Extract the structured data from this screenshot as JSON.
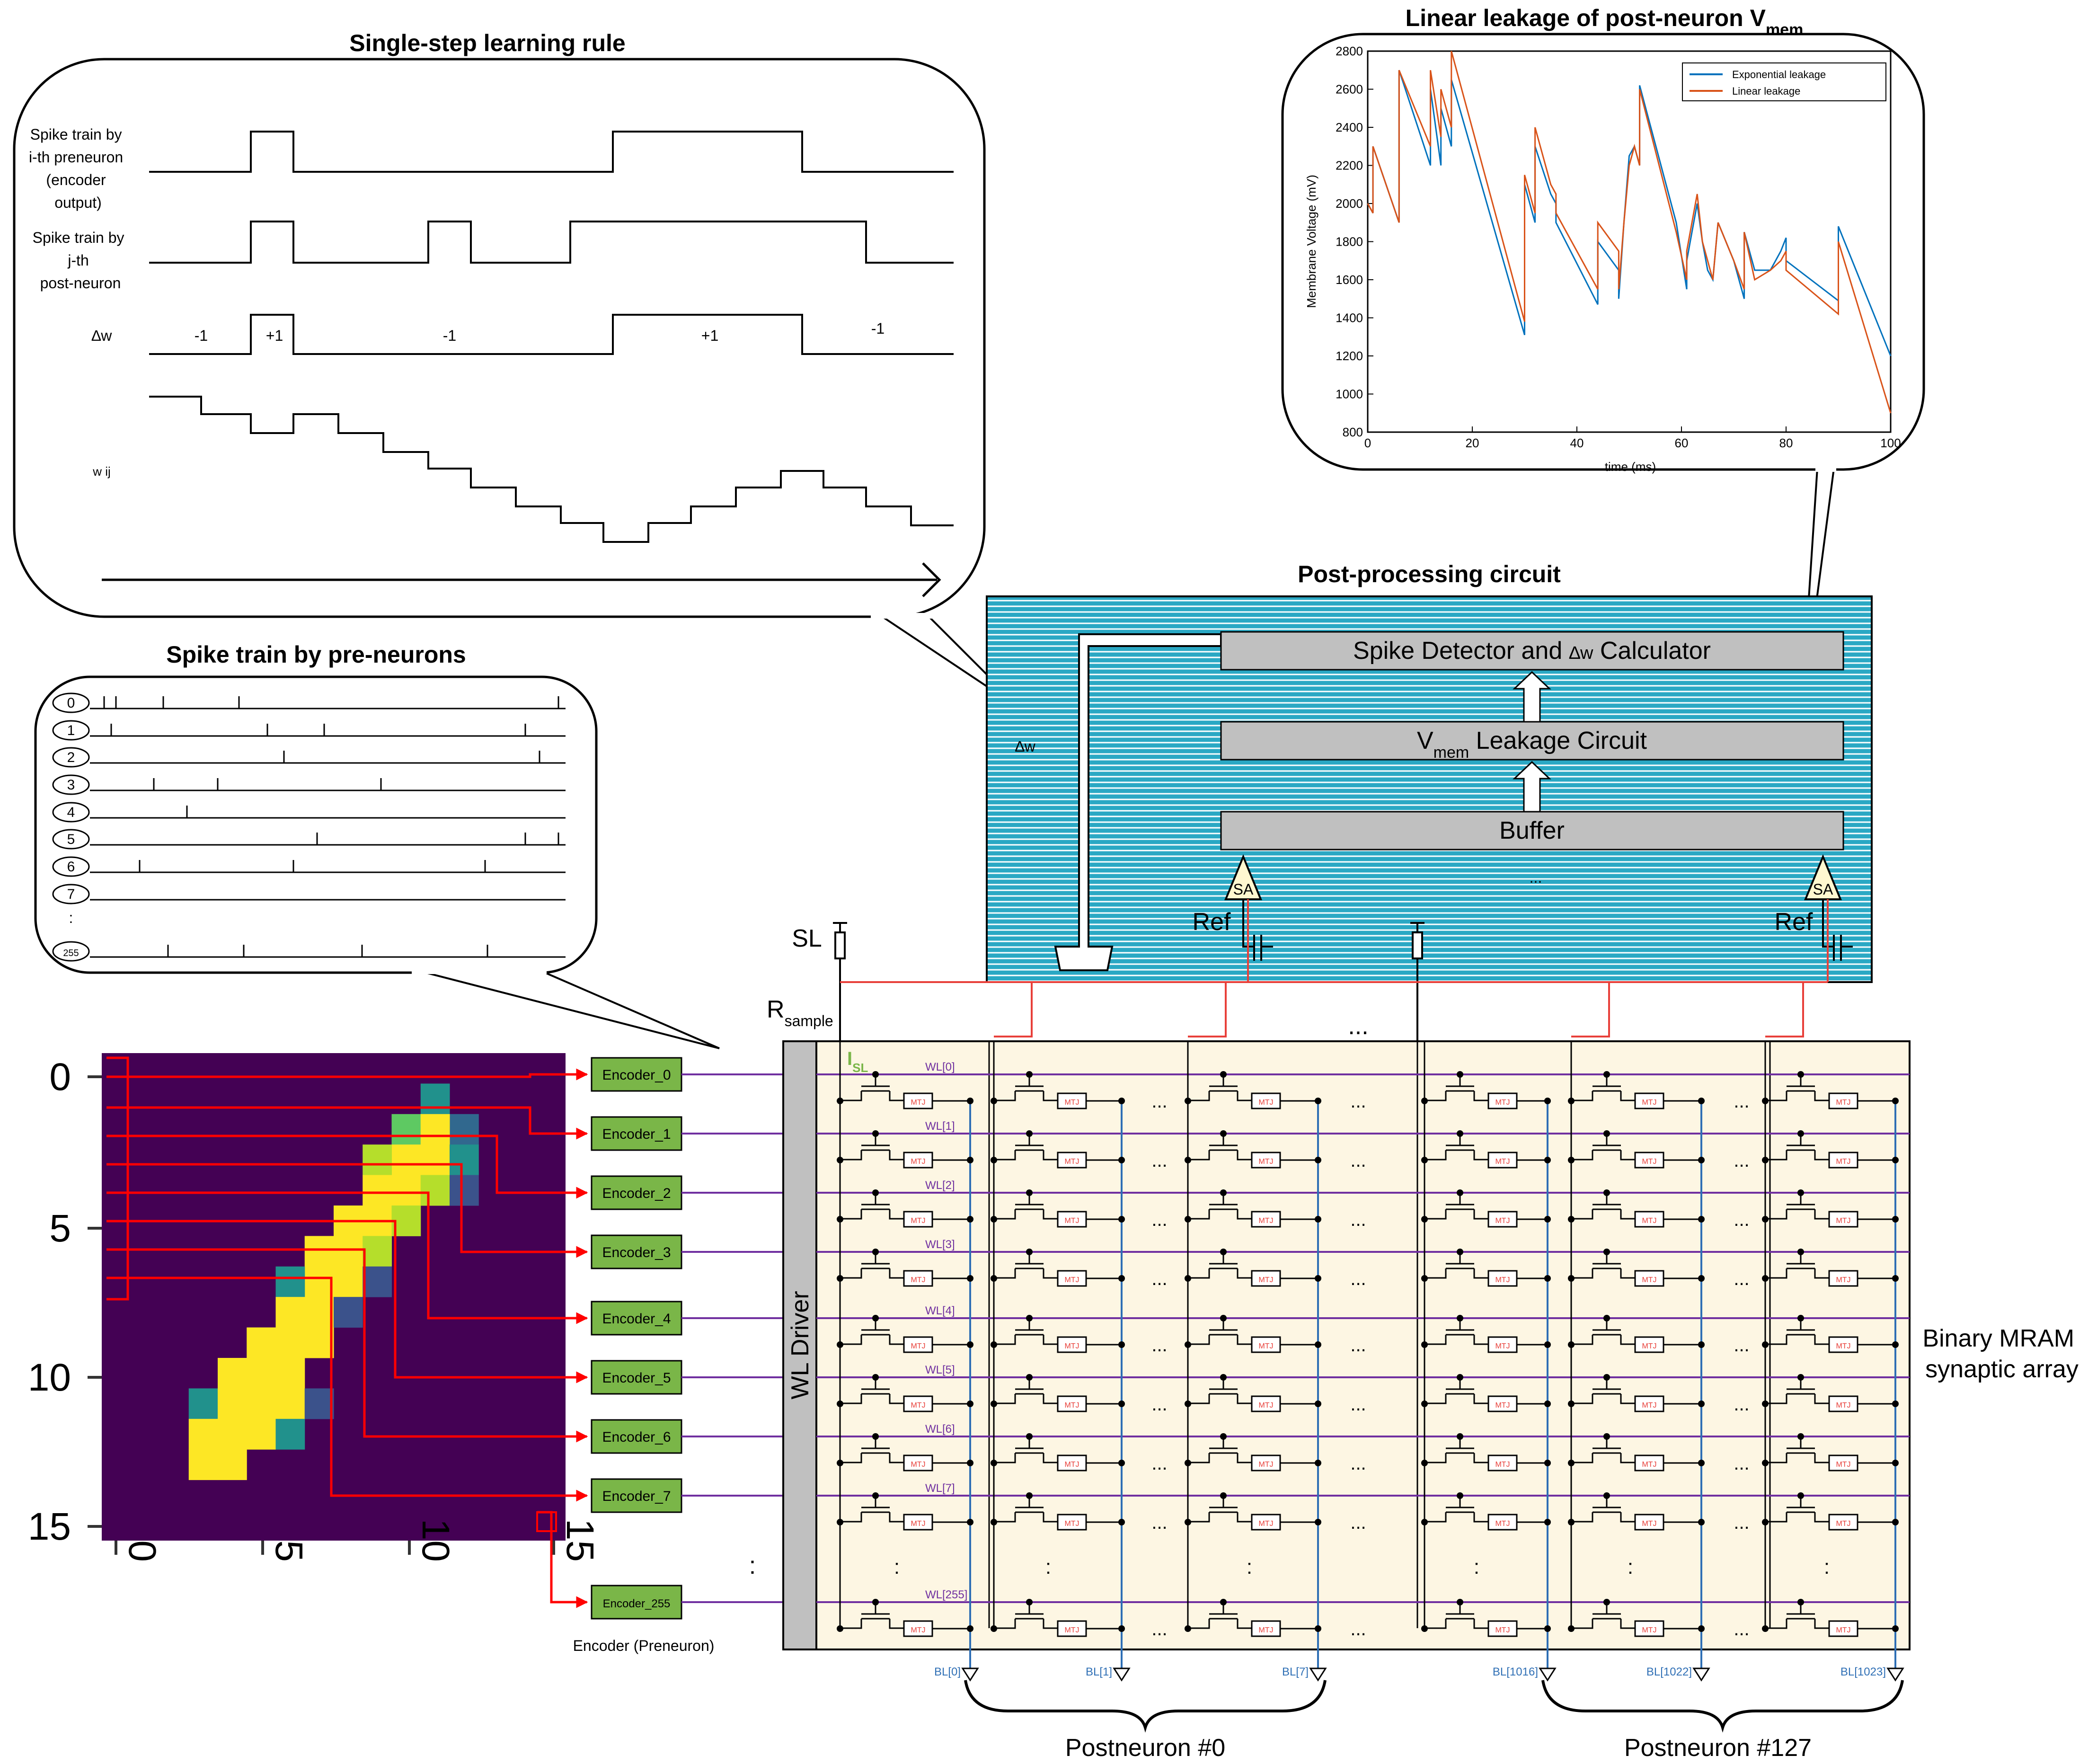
{
  "titles": {
    "learning_rule": "Single-step learning rule",
    "leakage": "Linear leakage of post-neuron V",
    "leakage_sub": "mem",
    "spike_train": "Spike train by pre-neurons",
    "post_processing": "Post-processing circuit"
  },
  "learning_rule": {
    "pre_label": [
      "Spike train by",
      "i-th preneuron",
      "(encoder",
      "output)"
    ],
    "post_label": [
      "Spike train by",
      "j-th",
      "post-neuron"
    ],
    "dw_label": "∆w",
    "w_label": "w ij",
    "dw_values": [
      "-1",
      "+1",
      "-1",
      "+1",
      "-1"
    ]
  },
  "leakage_chart": {
    "ylabel": "Membrane Voltage (mV)",
    "xlabel": "time (ms)",
    "legend": [
      "Exponential leakage",
      "Linear leakage"
    ],
    "colors": {
      "exponential": "#0072BD",
      "linear": "#D95319"
    }
  },
  "chart_data": {
    "type": "line",
    "xlabel": "time (ms)",
    "ylabel": "Membrane Voltage (mV)",
    "xlim": [
      0,
      100
    ],
    "ylim": [
      800,
      2800
    ],
    "xticks": [
      0,
      20,
      40,
      60,
      80,
      100
    ],
    "yticks": [
      800,
      1000,
      1200,
      1400,
      1600,
      1800,
      2000,
      2200,
      2400,
      2600,
      2800
    ],
    "legend_position": "top-right",
    "series": [
      {
        "name": "Exponential leakage",
        "x": [
          0,
          0,
          1,
          1,
          6,
          6,
          12,
          12,
          14,
          14,
          16,
          16,
          30,
          30,
          32,
          32,
          35,
          36,
          36,
          44,
          44,
          48,
          48,
          49,
          50,
          51,
          52,
          52,
          59,
          61,
          61,
          63,
          64,
          65,
          66,
          67,
          67,
          70,
          72,
          72,
          74,
          77,
          79,
          80,
          80,
          90,
          90,
          100
        ],
        "y": [
          2000,
          2000,
          1950,
          2300,
          1900,
          2700,
          2200,
          2600,
          2200,
          2500,
          2300,
          2650,
          1310,
          2100,
          1900,
          2300,
          2050,
          2000,
          1900,
          1470,
          1800,
          1650,
          1500,
          1900,
          2250,
          2300,
          2200,
          2620,
          1900,
          1550,
          1700,
          2000,
          1800,
          1650,
          1600,
          1900,
          1900,
          1700,
          1500,
          1850,
          1650,
          1650,
          1750,
          1820,
          1700,
          1490,
          1880,
          1200
        ]
      },
      {
        "name": "Linear leakage",
        "x": [
          0,
          0,
          1,
          1,
          6,
          6,
          12,
          12,
          14,
          14,
          16,
          16,
          30,
          30,
          32,
          32,
          35,
          36,
          36,
          44,
          44,
          48,
          48,
          49,
          50,
          51,
          52,
          52,
          59,
          61,
          61,
          63,
          64,
          65,
          66,
          67,
          67,
          70,
          72,
          72,
          74,
          77,
          79,
          80,
          80,
          90,
          90,
          100
        ],
        "y": [
          2000,
          2000,
          1950,
          2300,
          1900,
          2700,
          2300,
          2700,
          2350,
          2600,
          2400,
          2800,
          1380,
          2150,
          1950,
          2400,
          2100,
          2050,
          1950,
          1550,
          1900,
          1750,
          1550,
          1900,
          2200,
          2300,
          2200,
          2600,
          1850,
          1600,
          1750,
          2050,
          1800,
          1700,
          1600,
          1900,
          1900,
          1700,
          1550,
          1850,
          1600,
          1650,
          1700,
          1750,
          1650,
          1420,
          1800,
          900
        ]
      }
    ]
  },
  "spike_rows": [
    "0",
    "1",
    "2",
    "3",
    "4",
    "5",
    "6",
    "7",
    "255"
  ],
  "spike_ellipsis": ":",
  "pp": {
    "spike_detector_pre": "Spike Detector and ",
    "spike_detector_dw": "∆w",
    "spike_detector_post": " Calculator",
    "leak_v": "V",
    "leak_sub": "mem",
    "leak_post": " Leakage Circuit",
    "buffer": "Buffer",
    "dots": "...",
    "dw": "∆w",
    "sa": "SA",
    "ref": "Ref"
  },
  "heatmap": {
    "yticks": [
      "0",
      "5",
      "10",
      "15"
    ],
    "xticks": [
      "0",
      "5",
      "10",
      "15"
    ]
  },
  "encoders": [
    "Encoder_0",
    "Encoder_1",
    "Encoder_2",
    "Encoder_3",
    "Encoder_4",
    "Encoder_5",
    "Encoder_6",
    "Encoder_7",
    "Encoder_255"
  ],
  "encoder_caption": "Encoder (Preneuron)",
  "encoder_gap": ":",
  "array": {
    "sl": "SL",
    "r_sample": "R",
    "r_sample_sub": "sample",
    "isl": "I",
    "isl_sub": "SL",
    "wl_driver": "WL Driver",
    "wl_labels": [
      "WL[0]",
      "WL[1]",
      "WL[2]",
      "WL[3]",
      "WL[4]",
      "WL[5]",
      "WL[6]",
      "WL[7]",
      "WL[255]"
    ],
    "mtj": "MTJ",
    "bl_labels": [
      "BL[0]",
      "BL[1]",
      "BL[7]",
      "BL[1016]",
      "BL[1022]",
      "BL[1023]"
    ],
    "dots_h": "...",
    "dots_v": ":",
    "side_label": [
      "Binary MRAM",
      "synaptic array"
    ],
    "post0": "Postneuron #0",
    "post127": "Postneuron #127"
  },
  "colors": {
    "hatch": "#2aa8c4",
    "array_bg": "#fdf6e3",
    "encoder": "#7ab648",
    "wordline": "#7030a0",
    "bitline": "#2f6fb5",
    "wire_red": "#e8403a",
    "grey_block": "#c0c0c0",
    "heat_bg": "#440154",
    "heat_yellow": "#fde725"
  }
}
